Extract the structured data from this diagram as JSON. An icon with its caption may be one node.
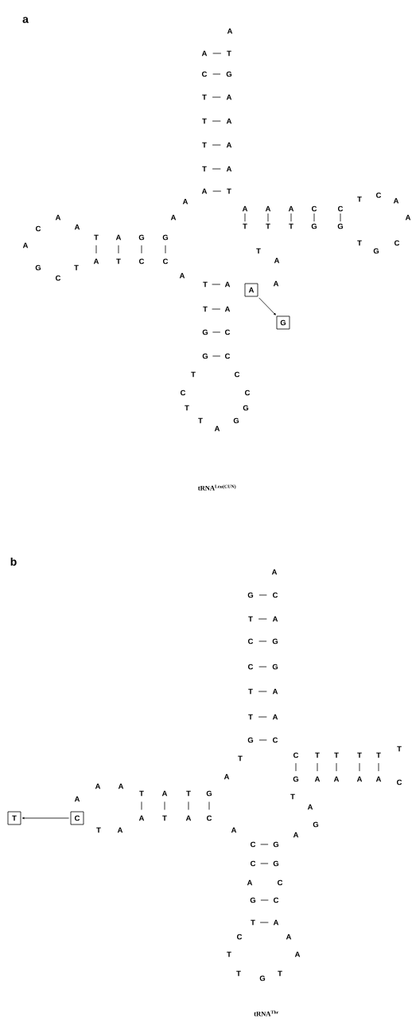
{
  "diagram": {
    "nodes": [
      {
        "text": [
          "A"
        ]
      },
      {
        "text": [
          "T"
        ]
      },
      {
        "text": [
          "C"
        ]
      },
      {
        "text": [
          "G"
        ]
      },
      {
        "text": [
          "T"
        ]
      },
      {
        "text": [
          "A"
        ]
      },
      {
        "text": [
          "T"
        ]
      },
      {
        "text": [
          "A"
        ]
      },
      {
        "text": [
          "T"
        ]
      },
      {
        "text": [
          "A"
        ]
      },
      {
        "text": [
          "T"
        ]
      },
      {
        "text": [
          "A"
        ]
      },
      {
        "text": [
          "A"
        ]
      },
      {
        "text": [
          "T"
        ]
      },
      {
        "text": [
          "T"
        ]
      },
      {
        "text": [
          "A"
        ]
      },
      {
        "text": [
          "A"
        ]
      },
      {
        "text": [
          "T"
        ]
      },
      {
        "text": [
          "G"
        ]
      },
      {
        "text": [
          "C"
        ]
      },
      {
        "text": [
          "G"
        ]
      },
      {
        "text": [
          "C"
        ]
      },
      {
        "text": [
          "T"
        ]
      },
      {
        "text": [
          "A"
        ]
      },
      {
        "text": [
          "T"
        ]
      },
      {
        "text": [
          "A"
        ]
      },
      {
        "text": [
          "G"
        ]
      },
      {
        "text": [
          "C"
        ]
      },
      {
        "text": [
          "G"
        ]
      },
      {
        "text": [
          "C"
        ]
      },
      {
        "text": [
          "A"
        ]
      },
      {
        "text": [
          "T"
        ]
      },
      {
        "text": [
          "A"
        ]
      },
      {
        "text": [
          "T"
        ]
      },
      {
        "text": [
          "A"
        ]
      },
      {
        "text": [
          "T"
        ]
      },
      {
        "text": [
          "C"
        ]
      },
      {
        "text": [
          "G"
        ]
      },
      {
        "text": [
          "C"
        ]
      },
      {
        "text": [
          "G"
        ]
      },
      {
        "text": [
          "A"
        ]
      },
      {
        "text": [
          "G"
        ]
      },
      {
        "text": [
          "G"
        ]
      },
      {
        "text": [
          "C"
        ]
      },
      {
        "text": [
          "T"
        ]
      },
      {
        "text": [
          "A"
        ]
      },
      {
        "text": [
          "C"
        ]
      },
      {
        "text": [
          "G"
        ]
      },
      {
        "text": [
          "C"
        ]
      },
      {
        "text": [
          "G"
        ]
      },
      {
        "text": [
          "T"
        ]
      },
      {
        "text": [
          "A"
        ]
      },
      {
        "text": [
          "T"
        ]
      },
      {
        "text": [
          "A"
        ]
      },
      {
        "text": [
          "G"
        ]
      },
      {
        "text": [
          "C"
        ]
      },
      {
        "text": [
          "T"
        ]
      },
      {
        "text": [
          "A"
        ]
      },
      {
        "text": [
          "A"
        ]
      },
      {
        "text": [
          "T"
        ]
      },
      {
        "text": [
          "T"
        ]
      },
      {
        "text": [
          "A"
        ]
      },
      {
        "text": [
          "G"
        ]
      },
      {
        "text": [
          "C"
        ]
      },
      {
        "text": [
          "C"
        ]
      },
      {
        "text": [
          "G"
        ]
      },
      {
        "text": [
          "T"
        ]
      },
      {
        "text": [
          "A"
        ]
      },
      {
        "text": [
          "T"
        ]
      },
      {
        "text": [
          "A"
        ]
      },
      {
        "text": [
          "T"
        ]
      },
      {
        "text": [
          "A"
        ]
      },
      {
        "text": [
          "T"
        ]
      },
      {
        "text": [
          "A"
        ]
      },
      {
        "text": [
          "C"
        ]
      },
      {
        "text": [
          "G"
        ]
      },
      {
        "text": [
          "C"
        ]
      },
      {
        "text": [
          "G"
        ]
      },
      {
        "text": [
          "G"
        ]
      },
      {
        "text": [
          "C"
        ]
      },
      {
        "text": [
          "T"
        ]
      },
      {
        "text": [
          "A"
        ]
      },
      {
        "text": [
          "C"
        ]
      },
      {
        "text": [
          "T"
        ]
      }
    ],
    "edges": [
      {
        "from": 0,
        "to": 1,
        "arrow": "none"
      },
      {
        "from": 2,
        "to": 3,
        "arrow": "none"
      },
      {
        "from": 4,
        "to": 5,
        "arrow": "none"
      },
      {
        "from": 6,
        "to": 7,
        "arrow": "none"
      },
      {
        "from": 8,
        "to": 9,
        "arrow": "none"
      },
      {
        "from": 10,
        "to": 11,
        "arrow": "none"
      },
      {
        "from": 12,
        "to": 13,
        "arrow": "none"
      },
      {
        "from": 14,
        "to": 15,
        "arrow": "none"
      },
      {
        "from": 16,
        "to": 17,
        "arrow": "none"
      },
      {
        "from": 18,
        "to": 19,
        "arrow": "none"
      },
      {
        "from": 20,
        "to": 21,
        "arrow": "none"
      },
      {
        "from": 22,
        "to": 23,
        "arrow": "none"
      },
      {
        "from": 24,
        "to": 25,
        "arrow": "none"
      },
      {
        "from": 26,
        "to": 27,
        "arrow": "none"
      },
      {
        "from": 28,
        "to": 29,
        "arrow": "none"
      },
      {
        "from": 30,
        "to": 31,
        "arrow": "none"
      },
      {
        "from": 32,
        "to": 33,
        "arrow": "none"
      },
      {
        "from": 34,
        "to": 35,
        "arrow": "none"
      },
      {
        "from": 36,
        "to": 37,
        "arrow": "none"
      },
      {
        "from": 38,
        "to": 39,
        "arrow": "none"
      },
      {
        "from": 40,
        "to": 41,
        "arrow": "to"
      },
      {
        "from": 42,
        "to": 43,
        "arrow": "none"
      },
      {
        "from": 44,
        "to": 45,
        "arrow": "none"
      },
      {
        "from": 46,
        "to": 47,
        "arrow": "none"
      },
      {
        "from": 48,
        "to": 49,
        "arrow": "none"
      },
      {
        "from": 50,
        "to": 51,
        "arrow": "none"
      },
      {
        "from": 52,
        "to": 53,
        "arrow": "none"
      },
      {
        "from": 54,
        "to": 55,
        "arrow": "none"
      },
      {
        "from": 56,
        "to": 57,
        "arrow": "none"
      },
      {
        "from": 58,
        "to": 59,
        "arrow": "none"
      },
      {
        "from": 60,
        "to": 61,
        "arrow": "none"
      },
      {
        "from": 62,
        "to": 63,
        "arrow": "none"
      },
      {
        "from": 64,
        "to": 65,
        "arrow": "none"
      },
      {
        "from": 66,
        "to": 67,
        "arrow": "none"
      },
      {
        "from": 68,
        "to": 69,
        "arrow": "none"
      },
      {
        "from": 70,
        "to": 71,
        "arrow": "none"
      },
      {
        "from": 72,
        "to": 73,
        "arrow": "none"
      },
      {
        "from": 74,
        "to": 75,
        "arrow": "none"
      },
      {
        "from": 76,
        "to": 77,
        "arrow": "none"
      },
      {
        "from": 78,
        "to": 79,
        "arrow": "none"
      },
      {
        "from": 80,
        "to": 81,
        "arrow": "none"
      },
      {
        "from": 82,
        "to": 83,
        "arrow": "to"
      }
    ],
    "labels": [
      "a",
      "A",
      "A",
      "A",
      "A",
      "A",
      "C",
      "A",
      "G",
      "C",
      "T",
      "A",
      "T",
      "C",
      "C",
      "T",
      "T",
      "A",
      "G",
      "G",
      "C",
      "T",
      "C",
      "A",
      "A",
      "C",
      "G",
      "T",
      "T",
      "A",
      "A",
      "tRNA$^{Leu(CUN)}$",
      "b",
      "A",
      "T",
      "A",
      "A",
      "A",
      "A",
      "T",
      "A",
      "A",
      "T",
      "C",
      "T",
      "A",
      "G",
      "A",
      "A",
      "C",
      "C",
      "A",
      "T",
      "A",
      "T",
      "G",
      "T",
      "tRNA$^{Thr}$"
    ]
  }
}
